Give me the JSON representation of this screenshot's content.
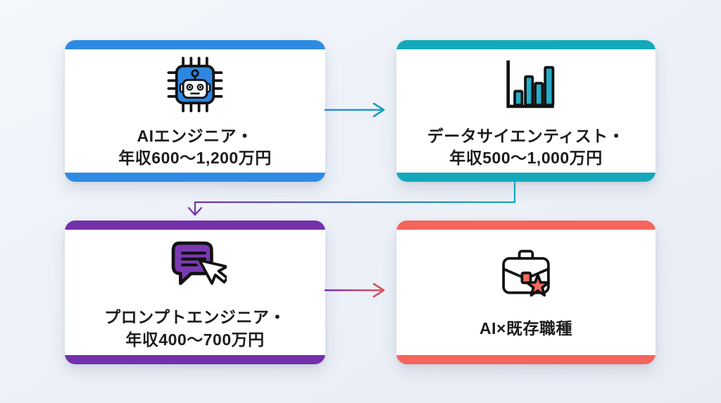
{
  "page": {
    "background_color": "#edf1f8",
    "text_color": "#1b1c1e"
  },
  "cards": [
    {
      "id": "ai-engineer",
      "accent_color": "#2e8ae3",
      "icon": "robot-chip-icon",
      "lines": [
        "AIエンジニア・",
        "年収600〜1,200万円"
      ]
    },
    {
      "id": "data-scientist",
      "accent_color": "#14a9ba",
      "icon": "bar-chart-icon",
      "lines": [
        "データサイエンティスト・",
        "年収500〜1,000万円"
      ]
    },
    {
      "id": "prompt-engineer",
      "accent_color": "#7231aa",
      "icon": "chat-prompt-cursor-icon",
      "lines": [
        "プロンプトエンジニア・",
        "年収400〜700万円"
      ]
    },
    {
      "id": "ai-existing-jobs",
      "accent_color": "#f4655c",
      "icon": "briefcase-star-icon",
      "lines": [
        "AI×既存職種"
      ]
    }
  ],
  "arrows": [
    {
      "id": "ai-engineer-to-data-scientist",
      "from_color": "#2e86de",
      "to_color": "#18a0bc"
    },
    {
      "id": "data-scientist-to-prompt-engineer",
      "from_color": "#14a9ba",
      "to_color": "#7231aa"
    },
    {
      "id": "prompt-engineer-to-existing-jobs",
      "from_color": "#7231aa",
      "to_color": "#e25555"
    }
  ],
  "icon_colors": {
    "robot_chip_fill": "#2e86e0",
    "bar_chart_fill": "#25aec6",
    "chat_bubble_fill": "#7a39b2",
    "briefcase_star_fill": "#f4695f",
    "outline": "#121212"
  }
}
